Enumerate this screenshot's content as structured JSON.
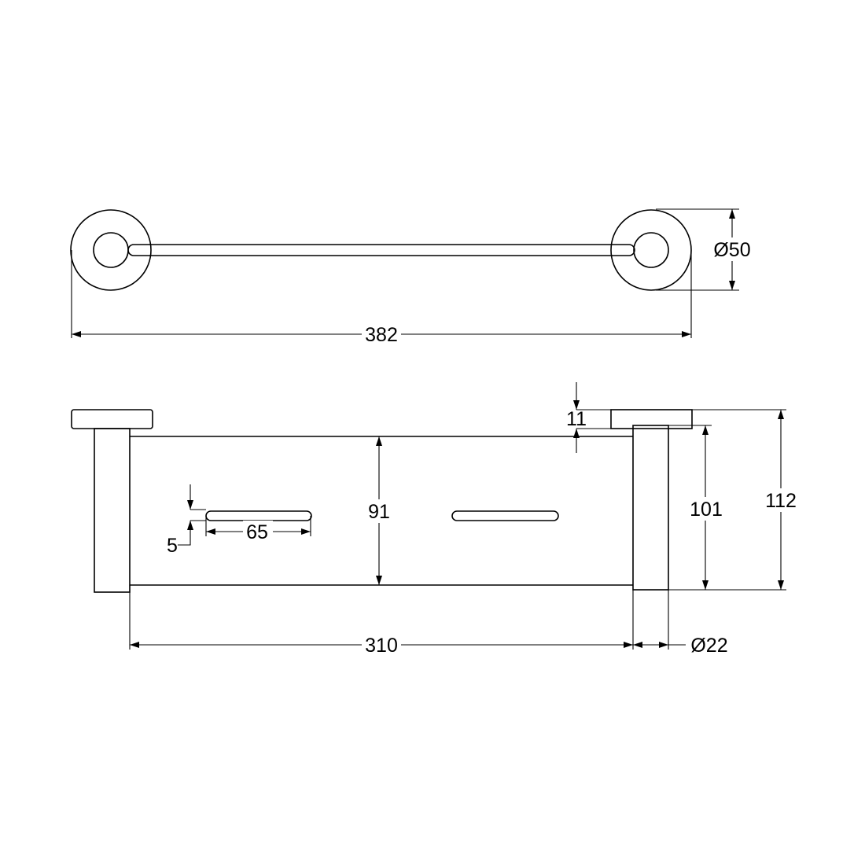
{
  "dimensions": {
    "overall_length": "382",
    "flange_diameter": "Ø50",
    "shelf_length": "310",
    "rail_diameter": "Ø22",
    "shelf_height": "91",
    "post_height": "101",
    "total_height": "112",
    "flange_thickness": "11",
    "slot_length": "65",
    "slot_width": "5"
  }
}
